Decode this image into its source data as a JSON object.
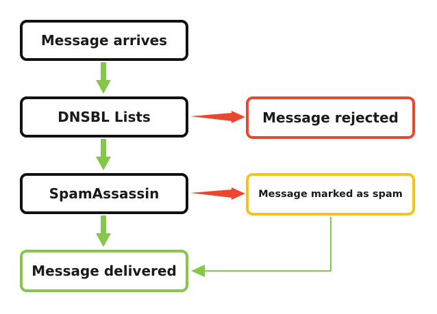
{
  "diagram": {
    "nodes": {
      "arrives": "Message arrives",
      "dnsbl": "DNSBL Lists",
      "spamassassin": "SpamAssassin",
      "delivered": "Message delivered",
      "rejected": "Message rejected",
      "marked_spam": "Message marked as spam"
    },
    "colors": {
      "main_border": "#111111",
      "reject_border": "#e9472e",
      "spam_border": "#f3c21b",
      "delivered_border": "#86c64a",
      "green_arrow": "#86c64a",
      "red_arrow": "#e9472e"
    }
  }
}
